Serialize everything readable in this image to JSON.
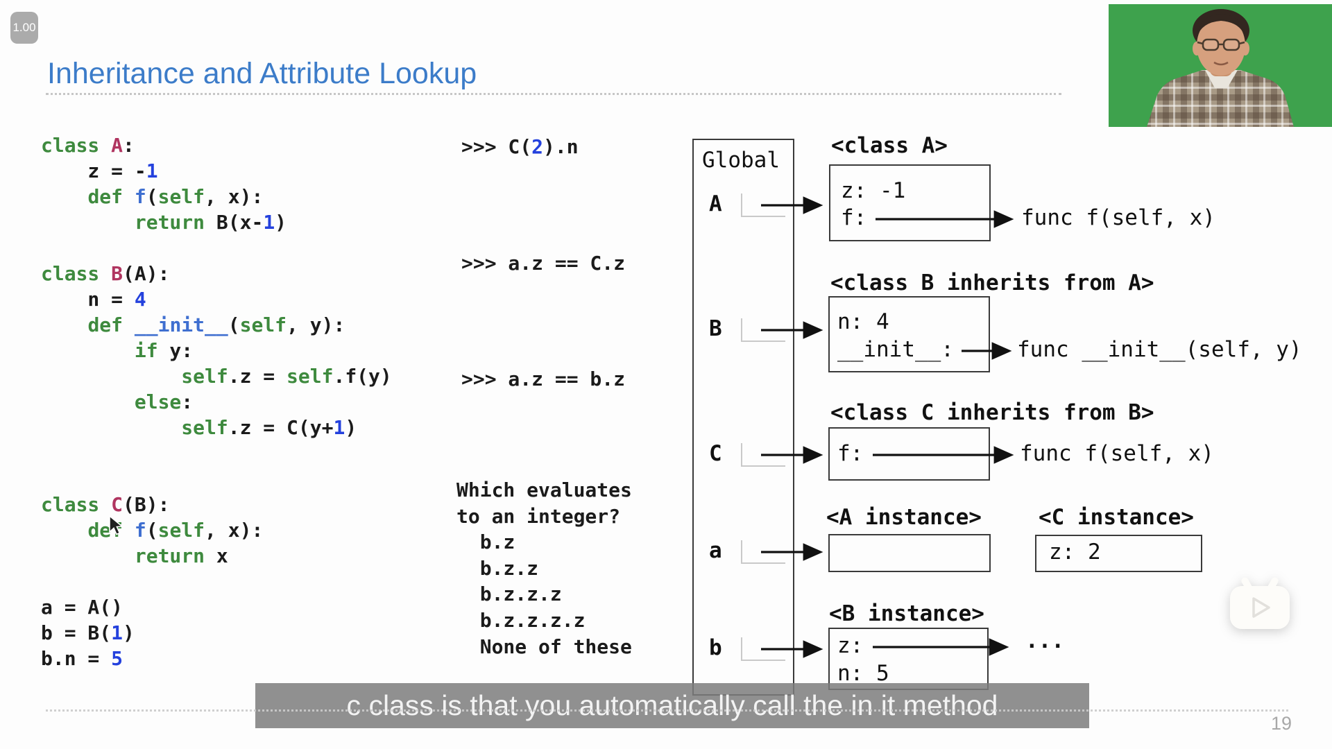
{
  "player": {
    "speed": "1.00",
    "caption": "c class is that you automatically call the in it method",
    "page": "19"
  },
  "title": "Inheritance and Attribute Lookup",
  "code": [
    [
      [
        "kw",
        "class"
      ],
      [
        "pl",
        " "
      ],
      [
        "cls",
        "A"
      ],
      [
        "pl",
        ":"
      ]
    ],
    [
      [
        "pl",
        "    z = -"
      ],
      [
        "num",
        "1"
      ]
    ],
    [
      [
        "pl",
        "    "
      ],
      [
        "kw",
        "def"
      ],
      [
        "pl",
        " "
      ],
      [
        "fn",
        "f"
      ],
      [
        "pl",
        "("
      ],
      [
        "kw",
        "self"
      ],
      [
        "pl",
        ", x):"
      ]
    ],
    [
      [
        "pl",
        "        "
      ],
      [
        "kw",
        "return"
      ],
      [
        "pl",
        " B(x-"
      ],
      [
        "num",
        "1"
      ],
      [
        "pl",
        ")"
      ]
    ],
    [],
    [
      [
        "kw",
        "class"
      ],
      [
        "pl",
        " "
      ],
      [
        "cls",
        "B"
      ],
      [
        "pl",
        "(A):"
      ]
    ],
    [
      [
        "pl",
        "    n = "
      ],
      [
        "num",
        "4"
      ]
    ],
    [
      [
        "pl",
        "    "
      ],
      [
        "kw",
        "def"
      ],
      [
        "pl",
        " "
      ],
      [
        "fn",
        "__init__"
      ],
      [
        "pl",
        "("
      ],
      [
        "kw",
        "self"
      ],
      [
        "pl",
        ", y):"
      ]
    ],
    [
      [
        "pl",
        "        "
      ],
      [
        "kw",
        "if"
      ],
      [
        "pl",
        " y:"
      ]
    ],
    [
      [
        "pl",
        "            "
      ],
      [
        "kw",
        "self"
      ],
      [
        "pl",
        ".z = "
      ],
      [
        "kw",
        "self"
      ],
      [
        "pl",
        ".f(y)"
      ]
    ],
    [
      [
        "pl",
        "        "
      ],
      [
        "kw",
        "else"
      ],
      [
        "pl",
        ":"
      ]
    ],
    [
      [
        "pl",
        "            "
      ],
      [
        "kw",
        "self"
      ],
      [
        "pl",
        ".z = C(y+"
      ],
      [
        "num",
        "1"
      ],
      [
        "pl",
        ")"
      ]
    ],
    [],
    [],
    [
      [
        "kw",
        "class"
      ],
      [
        "pl",
        " "
      ],
      [
        "cls",
        "C"
      ],
      [
        "pl",
        "(B):"
      ]
    ],
    [
      [
        "pl",
        "    "
      ],
      [
        "kw",
        "def"
      ],
      [
        "pl",
        " "
      ],
      [
        "fn",
        "f"
      ],
      [
        "pl",
        "("
      ],
      [
        "kw",
        "self"
      ],
      [
        "pl",
        ", x):"
      ]
    ],
    [
      [
        "pl",
        "        "
      ],
      [
        "kw",
        "return"
      ],
      [
        "pl",
        " x"
      ]
    ],
    [],
    [
      [
        "pl",
        "a = A()"
      ]
    ],
    [
      [
        "pl",
        "b = B("
      ],
      [
        "num",
        "1"
      ],
      [
        "pl",
        ")"
      ]
    ],
    [
      [
        "pl",
        "b.n = "
      ],
      [
        "num",
        "5"
      ]
    ]
  ],
  "prompts": [
    [
      [
        "pl",
        ">>> C("
      ],
      [
        "num",
        "2"
      ],
      [
        "pl",
        ").n"
      ]
    ],
    [
      [
        "pl",
        ">>> a.z == C.z"
      ]
    ],
    [
      [
        "pl",
        ">>> a.z == b.z"
      ]
    ]
  ],
  "question": [
    "Which evaluates",
    "to an integer?",
    "  b.z",
    "  b.z.z",
    "  b.z.z.z",
    "  b.z.z.z.z",
    "  None of these"
  ],
  "diagram": {
    "frame_label": "Global",
    "variables": [
      "A",
      "B",
      "C",
      "a",
      "b"
    ],
    "class_a": {
      "label": "<class A>",
      "fields": [
        "z: -1",
        "f:"
      ],
      "func": "func f(self, x)"
    },
    "class_b": {
      "label": "<class B inherits from A>",
      "fields": [
        "n: 4",
        "__init__:"
      ],
      "func": "func __init__(self, y)"
    },
    "class_c": {
      "label": "<class C inherits from B>",
      "fields": [
        "f:"
      ],
      "func": "func f(self, x)"
    },
    "a_instance": {
      "label": "<A instance>",
      "fields": []
    },
    "c_instance": {
      "label": "<C instance>",
      "fields": [
        "z: 2"
      ]
    },
    "b_instance": {
      "label": "<B instance>",
      "fields": [
        "z:",
        "n: 5"
      ],
      "ref": "..."
    }
  }
}
